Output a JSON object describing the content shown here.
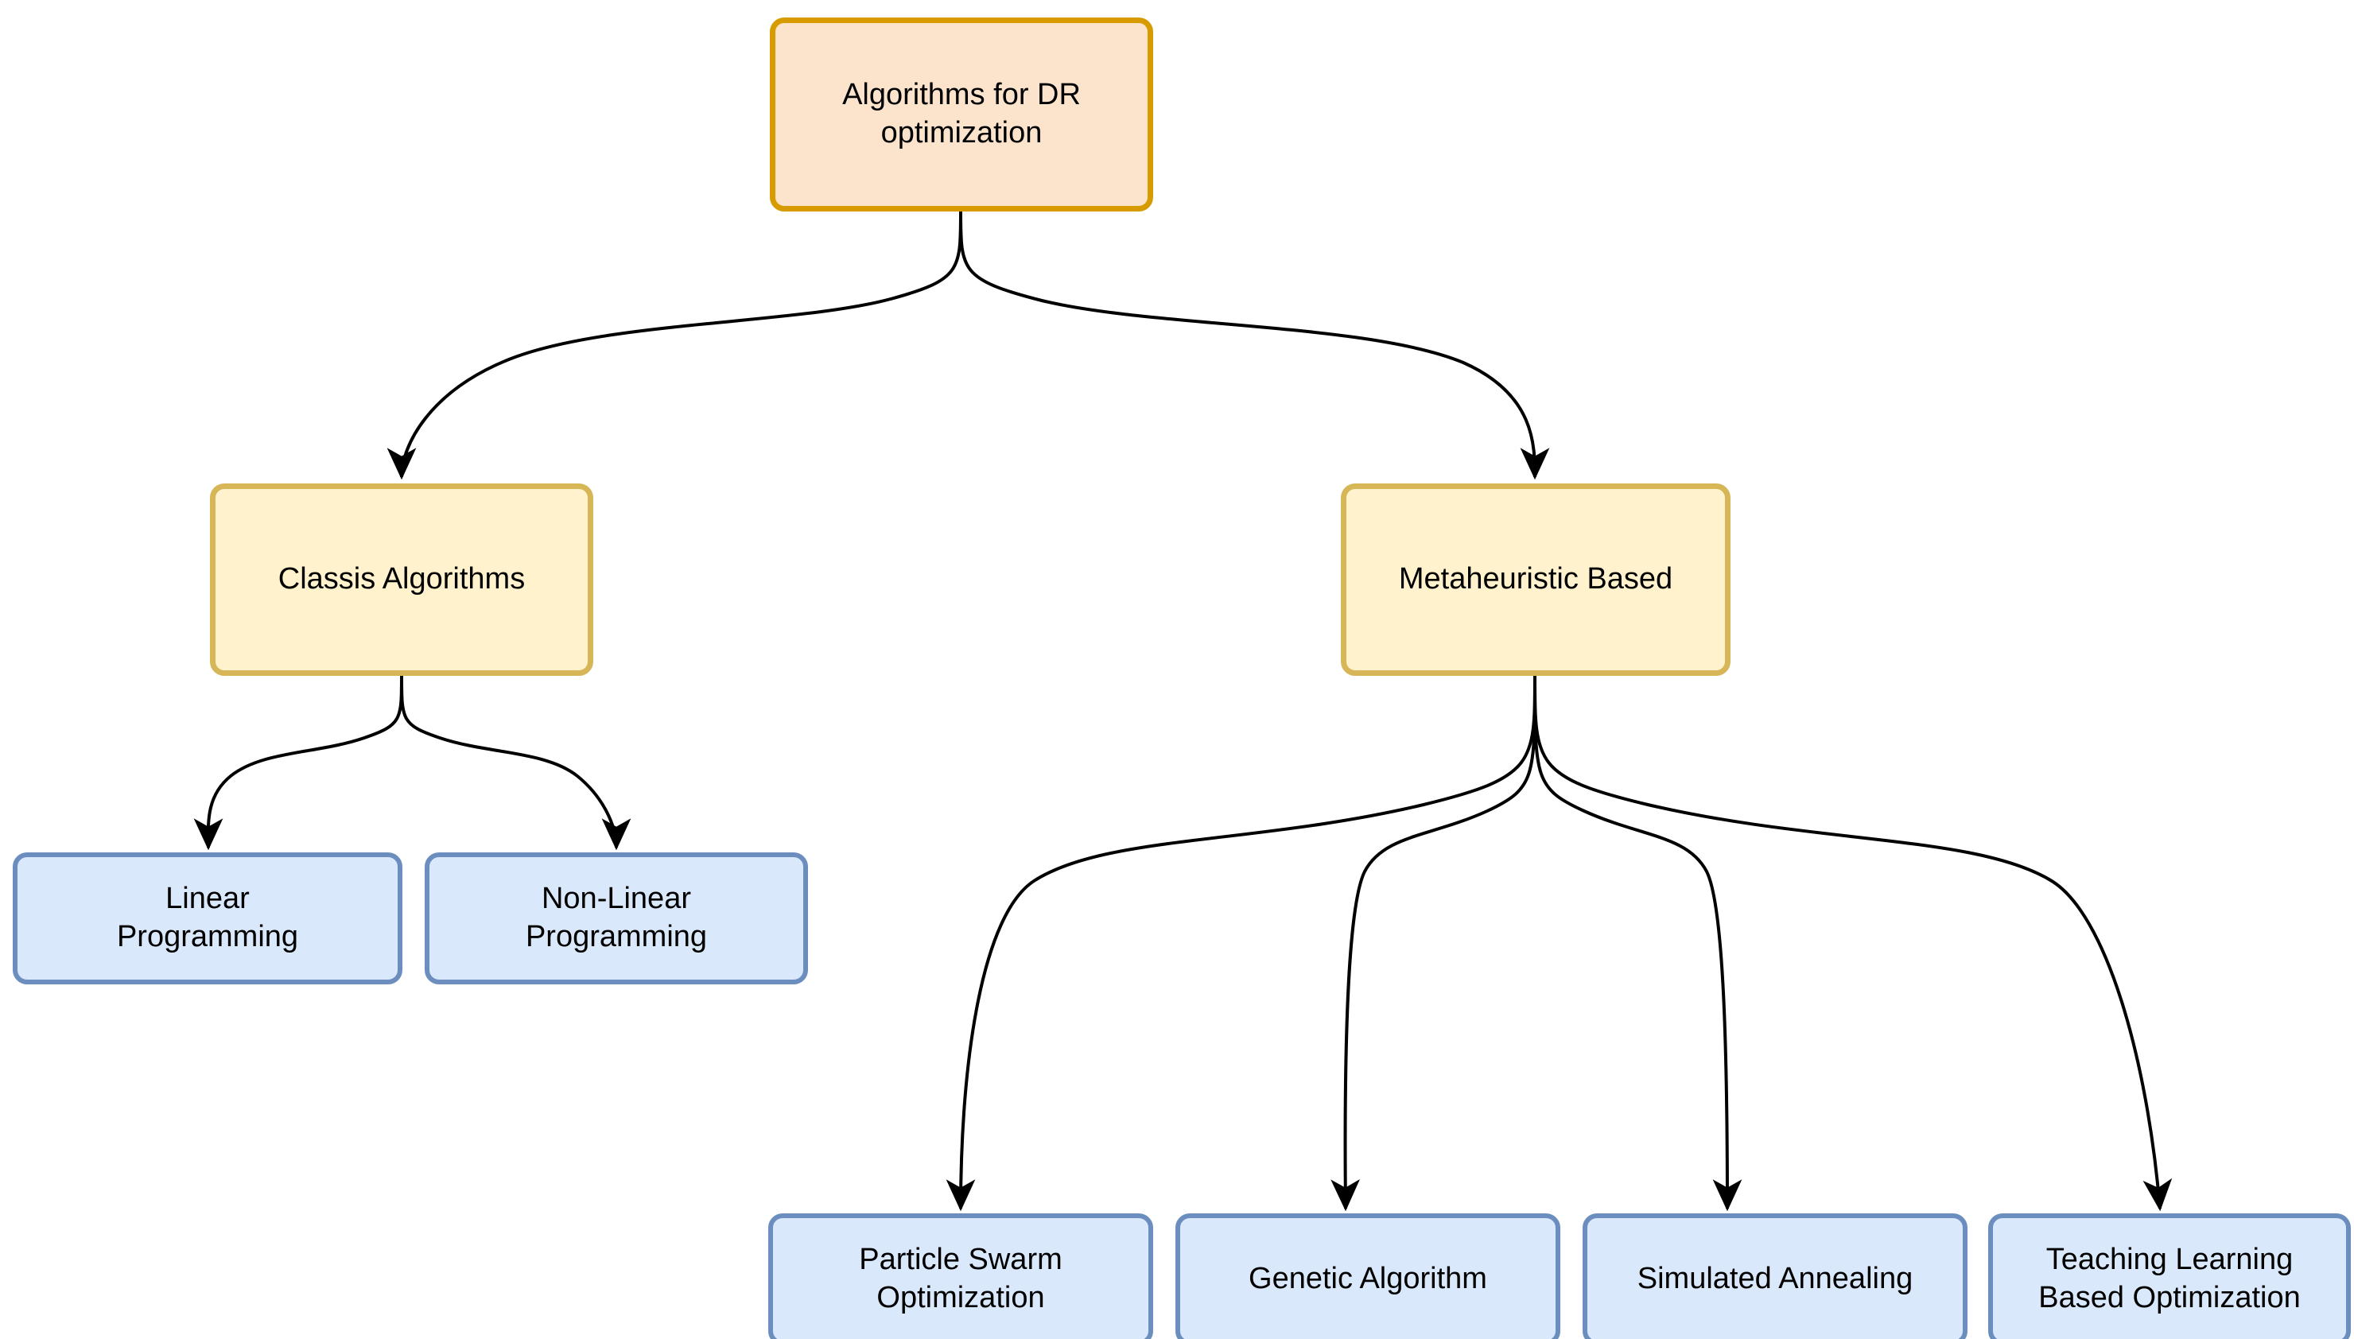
{
  "diagram": {
    "title": "Algorithms for DR optimization",
    "type": "flowchart",
    "direction": "top-down",
    "colors": {
      "root_fill": "#fce4cc",
      "root_stroke": "#d79b00",
      "branch_fill": "#fff2cc",
      "branch_stroke": "#d6b656",
      "leaf_fill": "#dae8fc",
      "leaf_stroke": "#6c8ebf",
      "edge_stroke": "#000000",
      "text": "#000000",
      "background": "#ffffff"
    },
    "nodes": {
      "root": {
        "label": "Algorithms for DR\noptimization"
      },
      "classic": {
        "label": "Classis Algorithms"
      },
      "metaheuristic": {
        "label": "Metaheuristic Based"
      },
      "linear": {
        "label": "Linear\nProgramming"
      },
      "nonlinear": {
        "label": "Non-Linear\nProgramming"
      },
      "pso": {
        "label": "Particle Swarm\nOptimization"
      },
      "ga": {
        "label": "Genetic Algorithm"
      },
      "sa": {
        "label": "Simulated Annealing"
      },
      "tlbo": {
        "label": "Teaching Learning\nBased Optimization"
      }
    },
    "edges": [
      {
        "from": "root",
        "to": "classic"
      },
      {
        "from": "root",
        "to": "metaheuristic"
      },
      {
        "from": "classic",
        "to": "linear"
      },
      {
        "from": "classic",
        "to": "nonlinear"
      },
      {
        "from": "metaheuristic",
        "to": "pso"
      },
      {
        "from": "metaheuristic",
        "to": "ga"
      },
      {
        "from": "metaheuristic",
        "to": "sa"
      },
      {
        "from": "metaheuristic",
        "to": "tlbo"
      }
    ]
  }
}
